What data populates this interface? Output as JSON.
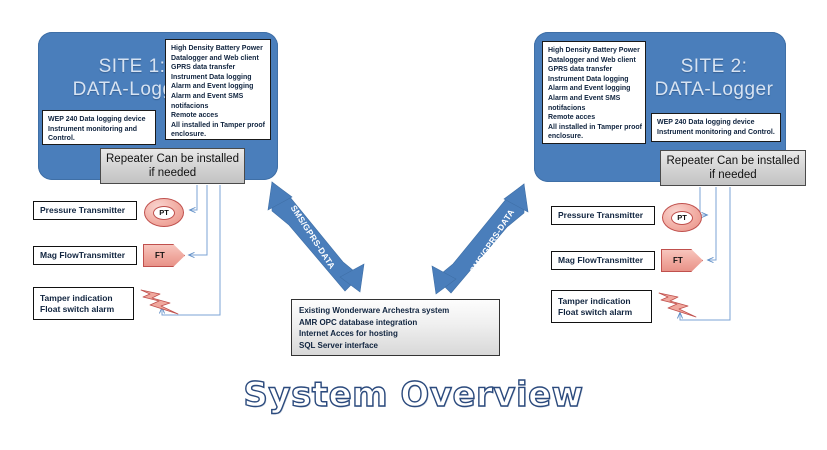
{
  "diagram": {
    "title": "System Overview",
    "colors": {
      "panel_blue": "#4a7ebb",
      "arrow_blue": "#4a7ebb",
      "instrument_pink": "#f0a89e",
      "instrument_border": "#c0504d",
      "title_outline": "#2b4a7d"
    }
  },
  "site1": {
    "title": "SITE 1:\nDATA-Logger",
    "features": [
      "High Density Battery Power",
      "Datalogger and Web client",
      "GPRS data transfer",
      "Instrument Data logging",
      "Alarm and Event logging",
      "Alarm and Event SMS",
      "notifacions",
      "Remote acces",
      "All installed in Tamper proof",
      "enclosure."
    ],
    "wep": [
      "WEP 240 Data logging device",
      "Instrument monitoring and",
      "Control."
    ],
    "repeater": "Repeater Can be installed\nif needed",
    "instruments": {
      "pressure_label": "Pressure Transmitter",
      "pressure_tag": "PT",
      "flow_label": "Mag FlowTransmitter",
      "flow_tag": "FT",
      "tamper_line1": "Tamper indication",
      "tamper_line2": "Float switch alarm"
    }
  },
  "site2": {
    "title": "SITE 2:\nDATA-Logger",
    "features": [
      "High Density Battery Power",
      "Datalogger and Web client",
      "GPRS data transfer",
      "Instrument Data logging",
      "Alarm and Event logging",
      "Alarm and Event SMS",
      "notifacions",
      "Remote acces",
      "All installed in Tamper proof",
      "enclosure."
    ],
    "wep": [
      "WEP 240 Data logging device",
      "Instrument monitoring and Control."
    ],
    "repeater": "Repeater Can be installed\nif needed",
    "instruments": {
      "pressure_label": "Pressure Transmitter",
      "pressure_tag": "PT",
      "flow_label": "Mag FlowTransmitter",
      "flow_tag": "FT",
      "tamper_line1": "Tamper indication",
      "tamper_line2": "Float switch alarm"
    }
  },
  "center": {
    "lines": [
      "Existing Wonderware Archestra system",
      "AMR OPC database integration",
      "Internet Acces for hosting",
      "SQL Server interface"
    ]
  },
  "links": {
    "left_label": "SMS/GPRS-DATA",
    "right_label": "SMS/GPRS-DATA"
  }
}
